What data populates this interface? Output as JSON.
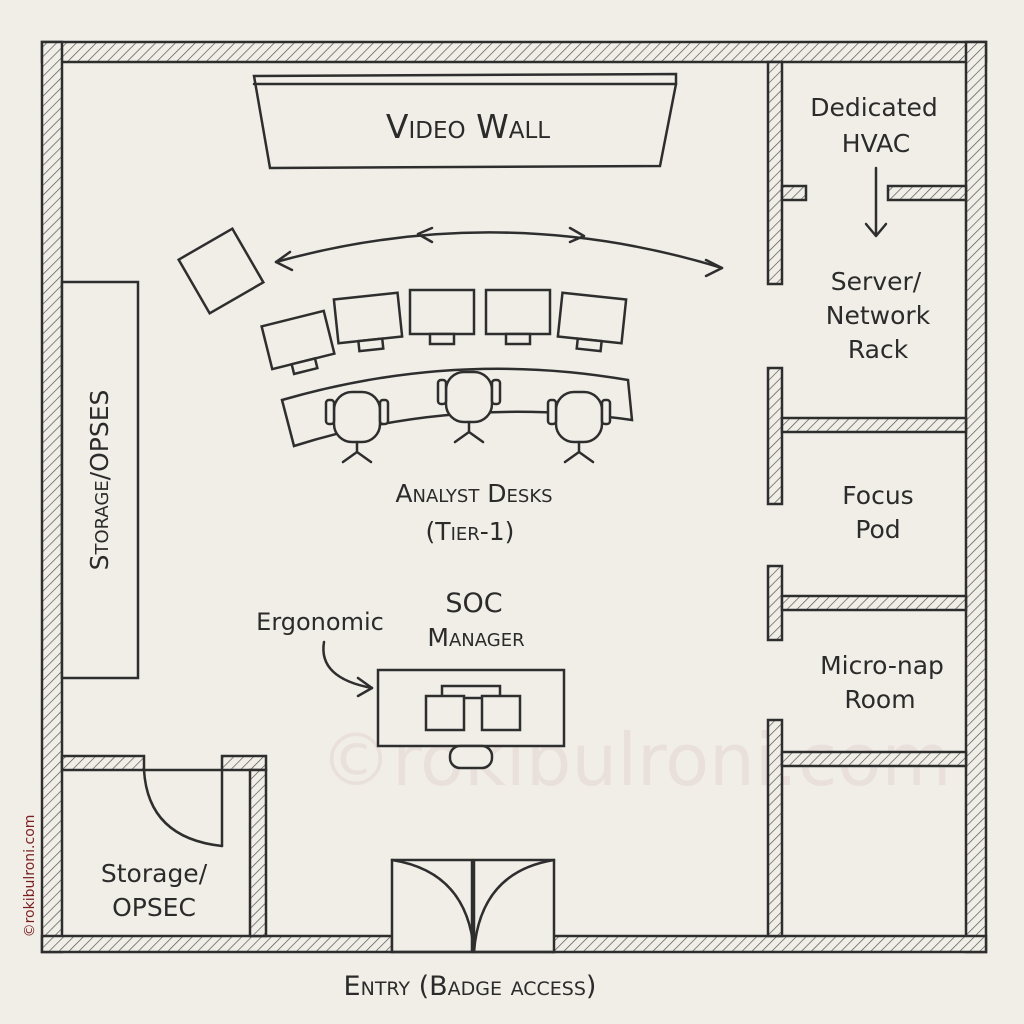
{
  "labels": {
    "video_wall": "Video Wall",
    "dedicated_hvac": [
      "Dedicated",
      "HVAC"
    ],
    "server_rack": [
      "Server/",
      "Network",
      "Rack"
    ],
    "storage_opses": "Storage/OPSES",
    "analyst_desks": [
      "Analyst Desks",
      "(Tier-1)"
    ],
    "focus_pod": [
      "Focus",
      "Pod"
    ],
    "soc_manager": [
      "SOC",
      "Manager"
    ],
    "ergonomic": "Ergonomic",
    "micro_nap": [
      "Micro-nap",
      "Room"
    ],
    "storage_opsec": [
      "Storage/",
      "OPSEC"
    ],
    "entry": "Entry (Badge access)"
  },
  "watermark": "©rokibulroni.com",
  "credit": "©rokibulroni.com",
  "colors": {
    "ink": "#2e2e2e",
    "paper": "#f1eee7",
    "watermark": "#e4d6d2",
    "credit": "#7a1f1f"
  }
}
